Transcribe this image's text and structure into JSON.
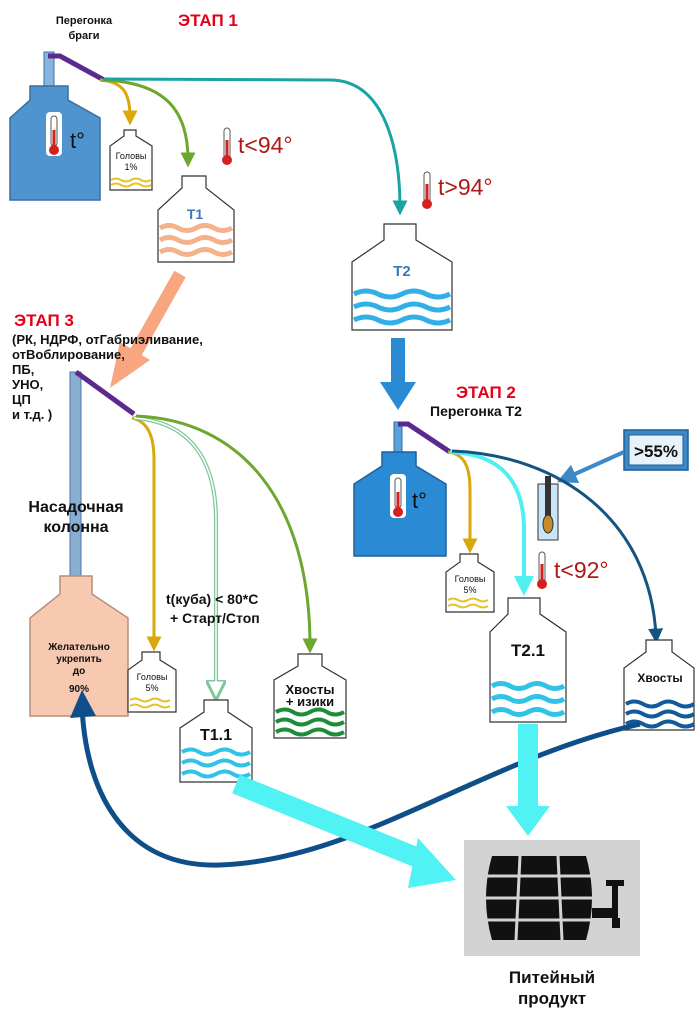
{
  "stage1": {
    "title": "ЭТАП 1",
    "caption_line1": "Перегонка",
    "caption_line2": "браги",
    "heads": {
      "name": "Головы",
      "pct": "1%"
    },
    "t1": "Т1",
    "t2": "Т2",
    "temp_low": "t<94°",
    "temp_high": "t>94°",
    "still_temp": "t°"
  },
  "stage2": {
    "title": "ЭТАП 2",
    "subtitle": "Перегонка Т2",
    "still_temp": "t°",
    "heads": {
      "name": "Головы",
      "pct": "5%"
    },
    "t21": "Т2.1",
    "tails": "Хвосты",
    "temp": "t<92°",
    "strength": ">55%"
  },
  "stage3": {
    "title": "ЭТАП 3",
    "methods": [
      "(РК, НДРФ, отГабриэливание,",
      "отВоблирование,",
      "ПБ,",
      "УНО,",
      "ЦП",
      "и т.д. )"
    ],
    "column_line1": "Насадочная",
    "column_line2": "колонна",
    "still_text": [
      "Желательно",
      "укрепить",
      "до",
      "90%"
    ],
    "condition_line1": "t(куба) < 80*С",
    "condition_line2": "+ Старт/Стоп",
    "heads": {
      "name": "Головы",
      "pct": "5%"
    },
    "t11": "Т1.1",
    "tails_line1": "Хвосты",
    "tails_line2": "+ изики"
  },
  "product": {
    "line1": "Питейный",
    "line2": "продукт",
    "icon": "barrel-with-tap-icon"
  },
  "colors": {
    "stage_red": "#e3001b",
    "still_blue": "#4f93cf",
    "still_light": "#89b4de",
    "peach": "#f7c9b1",
    "arrow_yellow": "#d8a80c",
    "arrow_green": "#6ea72e",
    "arrow_teal": "#1aa3a3",
    "arrow_cyan": "#4ff0ef",
    "arrow_navy": "#145580",
    "pipe_purple": "#5b2a8e"
  }
}
